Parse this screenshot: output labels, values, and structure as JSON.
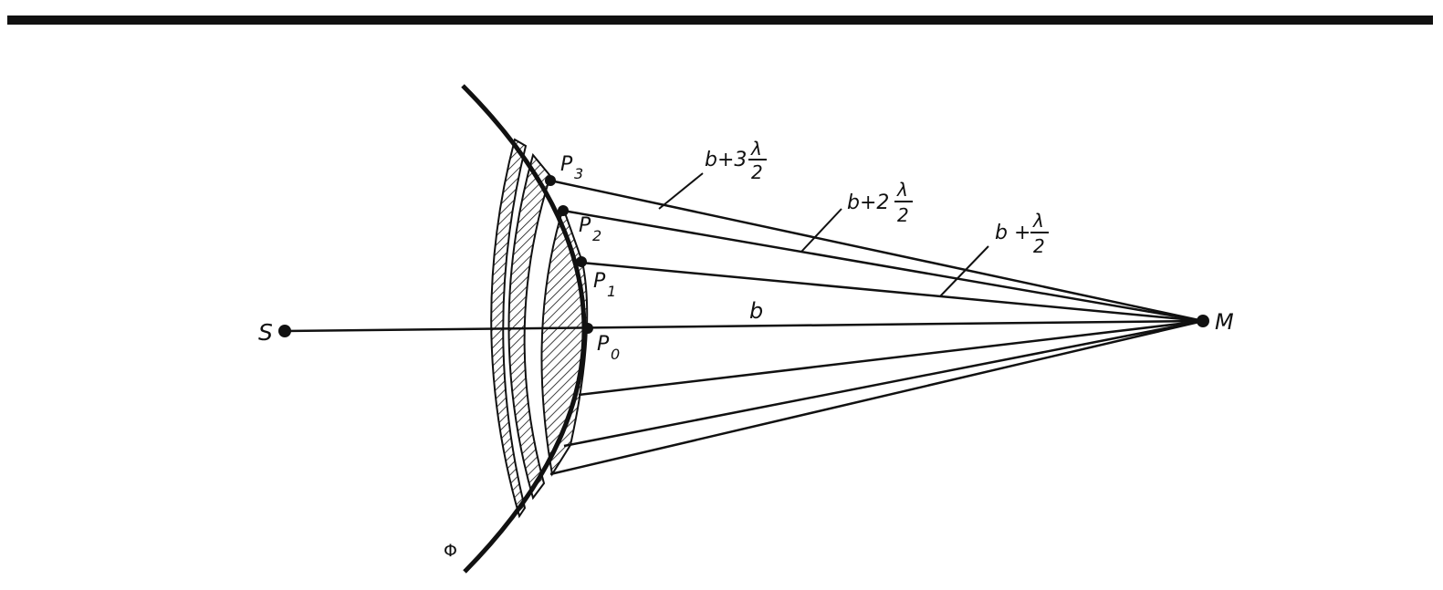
{
  "diagram": {
    "colors": {
      "ink": "#111111",
      "background": "#ffffff"
    },
    "labels": {
      "source": "S",
      "observer": "M",
      "wavefront": "Φ",
      "p0": "P",
      "p0_sub": "0",
      "p1": "P",
      "p1_sub": "1",
      "p2": "P",
      "p2_sub": "2",
      "p3": "P",
      "p3_sub": "3",
      "dist_b": "b",
      "dist_b_half": "b +",
      "dist_b_2half": "b+2",
      "dist_b_3half": "b+3",
      "lambda": "λ",
      "two": "2"
    }
  }
}
